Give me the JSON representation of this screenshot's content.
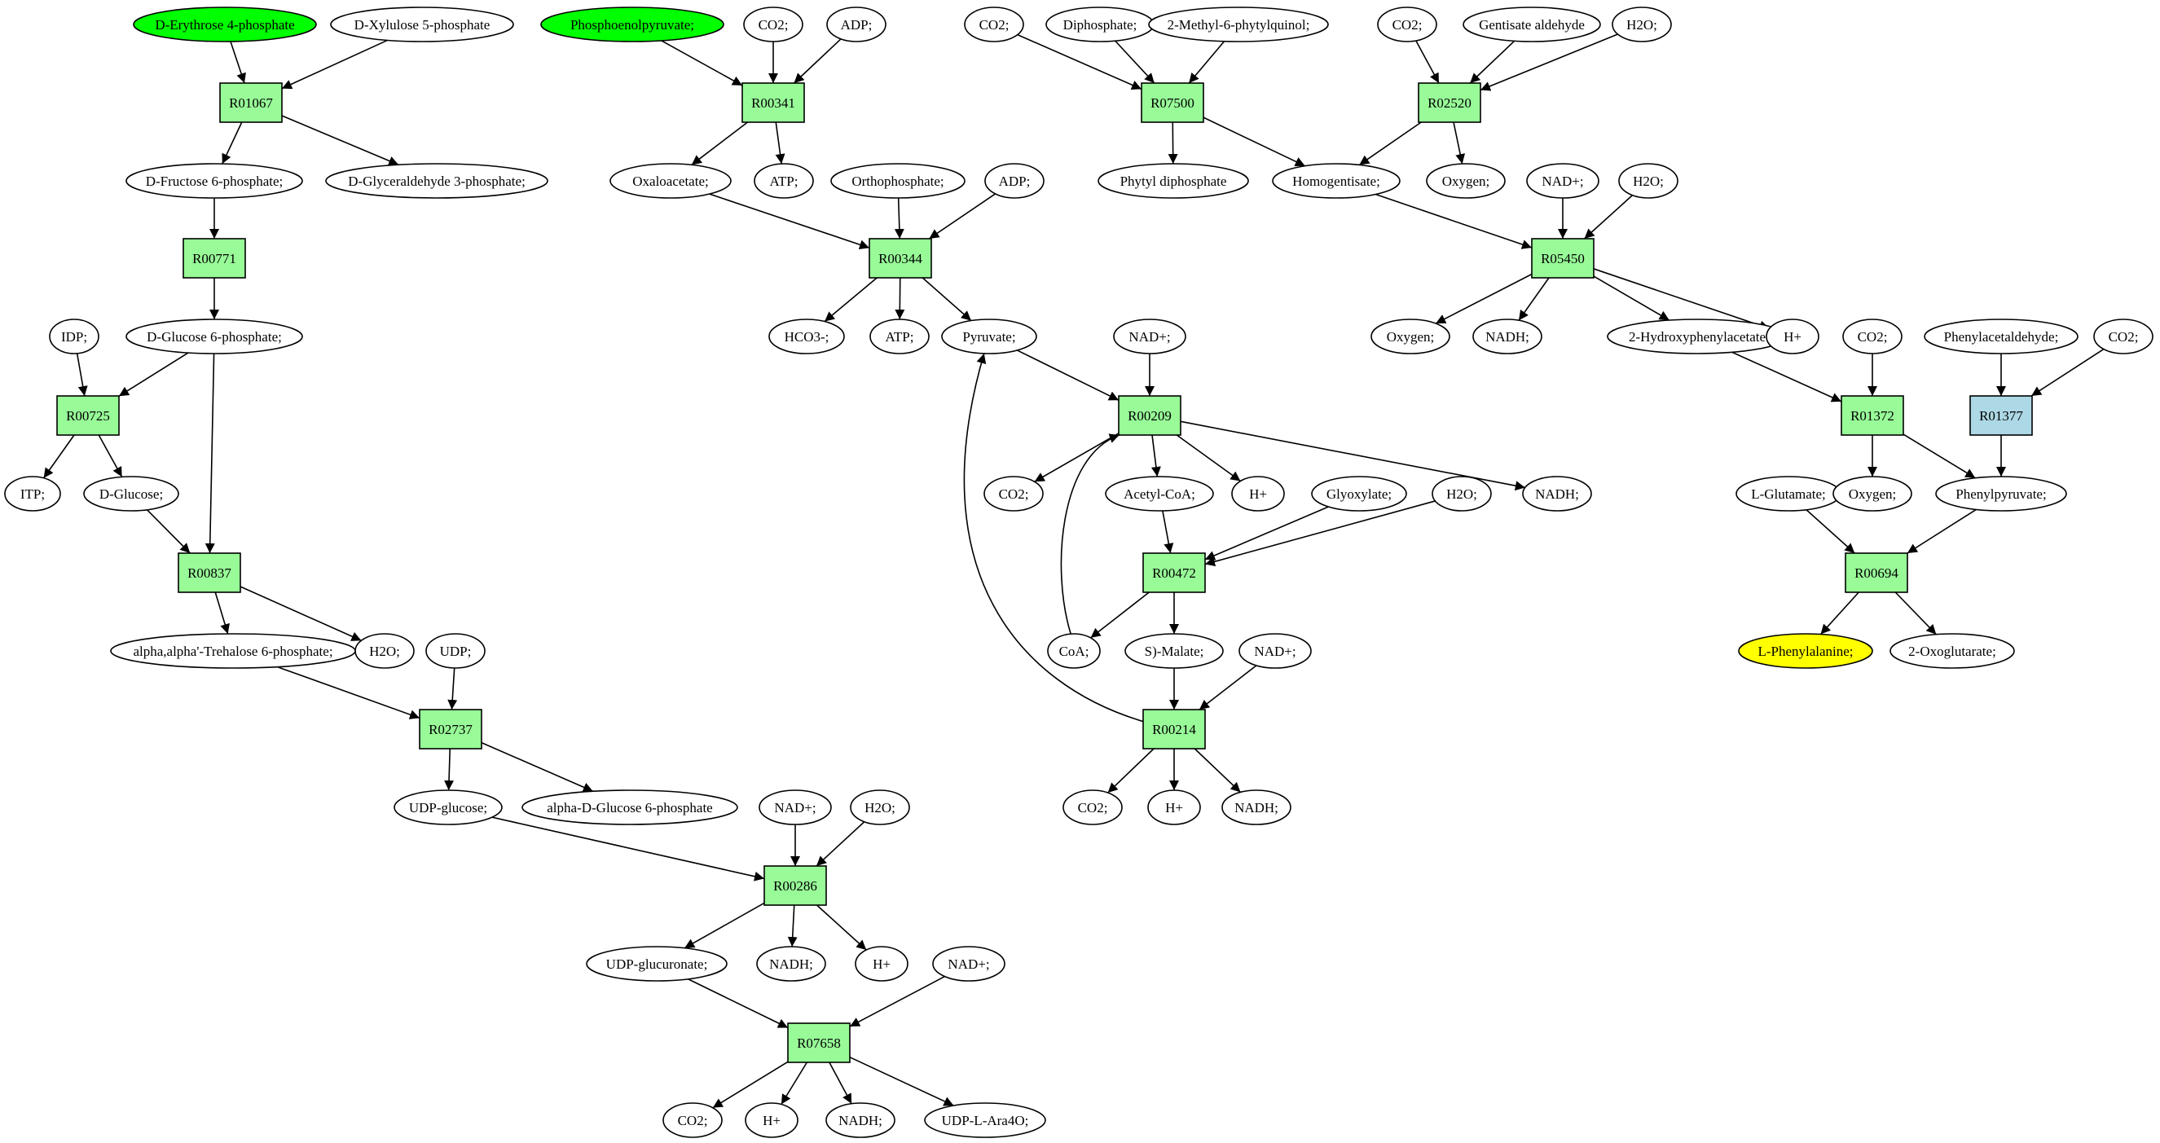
{
  "colors": {
    "reaction": "#98FB98",
    "reaction_alt": "#ADD8E6",
    "metabolite": "#FFFFFF",
    "start": "#00FF00",
    "target": "#FFFF00"
  },
  "nodes": [
    {
      "id": "e4p",
      "label": "D-Erythrose 4-phosphate",
      "kind": "metabolite",
      "fill": "start"
    },
    {
      "id": "x5p",
      "label": "D-Xylulose 5-phosphate",
      "kind": "metabolite"
    },
    {
      "id": "R01067",
      "label": "R01067",
      "kind": "reaction"
    },
    {
      "id": "f6p",
      "label": "D-Fructose 6-phosphate;",
      "kind": "metabolite"
    },
    {
      "id": "g3p",
      "label": "D-Glyceraldehyde 3-phosphate;",
      "kind": "metabolite"
    },
    {
      "id": "R00771",
      "label": "R00771",
      "kind": "reaction"
    },
    {
      "id": "idp",
      "label": "IDP;",
      "kind": "metabolite"
    },
    {
      "id": "g6p",
      "label": "D-Glucose 6-phosphate;",
      "kind": "metabolite"
    },
    {
      "id": "R00725",
      "label": "R00725",
      "kind": "reaction"
    },
    {
      "id": "itp",
      "label": "ITP;",
      "kind": "metabolite"
    },
    {
      "id": "glc",
      "label": "D-Glucose;",
      "kind": "metabolite"
    },
    {
      "id": "R00837",
      "label": "R00837",
      "kind": "reaction"
    },
    {
      "id": "t6p",
      "label": "alpha,alpha'-Trehalose 6-phosphate;",
      "kind": "metabolite"
    },
    {
      "id": "h2o_a",
      "label": "H2O;",
      "kind": "metabolite"
    },
    {
      "id": "udp",
      "label": "UDP;",
      "kind": "metabolite"
    },
    {
      "id": "R02737",
      "label": "R02737",
      "kind": "reaction"
    },
    {
      "id": "udpglc",
      "label": "UDP-glucose;",
      "kind": "metabolite"
    },
    {
      "id": "ag6p",
      "label": "alpha-D-Glucose 6-phosphate",
      "kind": "metabolite"
    },
    {
      "id": "nad_a",
      "label": "NAD+;",
      "kind": "metabolite"
    },
    {
      "id": "h2o_b",
      "label": "H2O;",
      "kind": "metabolite"
    },
    {
      "id": "R00286",
      "label": "R00286",
      "kind": "reaction"
    },
    {
      "id": "udpglcur",
      "label": "UDP-glucuronate;",
      "kind": "metabolite"
    },
    {
      "id": "nadh_a",
      "label": "NADH;",
      "kind": "metabolite"
    },
    {
      "id": "hplus_a",
      "label": "H+",
      "kind": "metabolite"
    },
    {
      "id": "nad_b",
      "label": "NAD+;",
      "kind": "metabolite"
    },
    {
      "id": "R07658",
      "label": "R07658",
      "kind": "reaction"
    },
    {
      "id": "co2_a",
      "label": "CO2;",
      "kind": "metabolite"
    },
    {
      "id": "hplus_b",
      "label": "H+",
      "kind": "metabolite"
    },
    {
      "id": "nadh_b",
      "label": "NADH;",
      "kind": "metabolite"
    },
    {
      "id": "udpara",
      "label": "UDP-L-Ara4O;",
      "kind": "metabolite"
    },
    {
      "id": "pep",
      "label": "Phosphoenolpyruvate;",
      "kind": "metabolite",
      "fill": "start"
    },
    {
      "id": "co2_b",
      "label": "CO2;",
      "kind": "metabolite"
    },
    {
      "id": "adp_a",
      "label": "ADP;",
      "kind": "metabolite"
    },
    {
      "id": "R00341",
      "label": "R00341",
      "kind": "reaction"
    },
    {
      "id": "oaa",
      "label": "Oxaloacetate;",
      "kind": "metabolite"
    },
    {
      "id": "atp_a",
      "label": "ATP;",
      "kind": "metabolite"
    },
    {
      "id": "pi",
      "label": "Orthophosphate;",
      "kind": "metabolite"
    },
    {
      "id": "adp_b",
      "label": "ADP;",
      "kind": "metabolite"
    },
    {
      "id": "R00344",
      "label": "R00344",
      "kind": "reaction"
    },
    {
      "id": "hco3",
      "label": "HCO3-;",
      "kind": "metabolite"
    },
    {
      "id": "atp_b",
      "label": "ATP;",
      "kind": "metabolite"
    },
    {
      "id": "pyr",
      "label": "Pyruvate;",
      "kind": "metabolite"
    },
    {
      "id": "nad_c",
      "label": "NAD+;",
      "kind": "metabolite"
    },
    {
      "id": "R00209",
      "label": "R00209",
      "kind": "reaction"
    },
    {
      "id": "co2_c",
      "label": "CO2;",
      "kind": "metabolite"
    },
    {
      "id": "accoa",
      "label": "Acetyl-CoA;",
      "kind": "metabolite"
    },
    {
      "id": "hplus_c",
      "label": "H+",
      "kind": "metabolite"
    },
    {
      "id": "glyox",
      "label": "Glyoxylate;",
      "kind": "metabolite"
    },
    {
      "id": "h2o_c",
      "label": "H2O;",
      "kind": "metabolite"
    },
    {
      "id": "nadh_c",
      "label": "NADH;",
      "kind": "metabolite"
    },
    {
      "id": "R00472",
      "label": "R00472",
      "kind": "reaction"
    },
    {
      "id": "coa",
      "label": "CoA;",
      "kind": "metabolite"
    },
    {
      "id": "mal",
      "label": "S)-Malate;",
      "kind": "metabolite"
    },
    {
      "id": "nad_d",
      "label": "NAD+;",
      "kind": "metabolite"
    },
    {
      "id": "R00214",
      "label": "R00214",
      "kind": "reaction"
    },
    {
      "id": "co2_d",
      "label": "CO2;",
      "kind": "metabolite"
    },
    {
      "id": "hplus_d",
      "label": "H+",
      "kind": "metabolite"
    },
    {
      "id": "nadh_d",
      "label": "NADH;",
      "kind": "metabolite"
    },
    {
      "id": "co2_e",
      "label": "CO2;",
      "kind": "metabolite"
    },
    {
      "id": "ppi",
      "label": "Diphosphate;",
      "kind": "metabolite"
    },
    {
      "id": "mpq",
      "label": "2-Methyl-6-phytylquinol;",
      "kind": "metabolite"
    },
    {
      "id": "R07500",
      "label": "R07500",
      "kind": "reaction"
    },
    {
      "id": "phytpp",
      "label": "Phytyl diphosphate",
      "kind": "metabolite"
    },
    {
      "id": "hga",
      "label": "Homogentisate;",
      "kind": "metabolite"
    },
    {
      "id": "co2_f",
      "label": "CO2;",
      "kind": "metabolite"
    },
    {
      "id": "gald",
      "label": "Gentisate aldehyde",
      "kind": "metabolite"
    },
    {
      "id": "h2o_d",
      "label": "H2O;",
      "kind": "metabolite"
    },
    {
      "id": "R02520",
      "label": "R02520",
      "kind": "reaction"
    },
    {
      "id": "o2_a",
      "label": "Oxygen;",
      "kind": "metabolite"
    },
    {
      "id": "nad_e",
      "label": "NAD+;",
      "kind": "metabolite"
    },
    {
      "id": "h2o_e",
      "label": "H2O;",
      "kind": "metabolite"
    },
    {
      "id": "R05450",
      "label": "R05450",
      "kind": "reaction"
    },
    {
      "id": "o2_b",
      "label": "Oxygen;",
      "kind": "metabolite"
    },
    {
      "id": "nadh_e",
      "label": "NADH;",
      "kind": "metabolite"
    },
    {
      "id": "hpa",
      "label": "2-Hydroxyphenylacetate",
      "kind": "metabolite"
    },
    {
      "id": "hplus_e",
      "label": "H+",
      "kind": "metabolite"
    },
    {
      "id": "co2_g",
      "label": "CO2;",
      "kind": "metabolite"
    },
    {
      "id": "phald",
      "label": "Phenylacetaldehyde;",
      "kind": "metabolite"
    },
    {
      "id": "co2_h",
      "label": "CO2;",
      "kind": "metabolite"
    },
    {
      "id": "R01372",
      "label": "R01372",
      "kind": "reaction"
    },
    {
      "id": "R01377",
      "label": "R01377",
      "kind": "reaction",
      "fill": "reaction_alt"
    },
    {
      "id": "glu",
      "label": "L-Glutamate;",
      "kind": "metabolite"
    },
    {
      "id": "o2_c",
      "label": "Oxygen;",
      "kind": "metabolite"
    },
    {
      "id": "phpyr",
      "label": "Phenylpyruvate;",
      "kind": "metabolite"
    },
    {
      "id": "R00694",
      "label": "R00694",
      "kind": "reaction"
    },
    {
      "id": "phe",
      "label": "L-Phenylalanine;",
      "kind": "metabolite",
      "fill": "target"
    },
    {
      "id": "akg",
      "label": "2-Oxoglutarate;",
      "kind": "metabolite"
    }
  ],
  "edges": [
    [
      "e4p",
      "R01067"
    ],
    [
      "x5p",
      "R01067"
    ],
    [
      "R01067",
      "f6p"
    ],
    [
      "R01067",
      "g3p"
    ],
    [
      "f6p",
      "R00771"
    ],
    [
      "R00771",
      "g6p"
    ],
    [
      "idp",
      "R00725"
    ],
    [
      "g6p",
      "R00725"
    ],
    [
      "R00725",
      "itp"
    ],
    [
      "R00725",
      "glc"
    ],
    [
      "g6p",
      "R00837"
    ],
    [
      "glc",
      "R00837"
    ],
    [
      "R00837",
      "t6p"
    ],
    [
      "R00837",
      "h2o_a"
    ],
    [
      "t6p",
      "R02737"
    ],
    [
      "udp",
      "R02737"
    ],
    [
      "R02737",
      "udpglc"
    ],
    [
      "R02737",
      "ag6p"
    ],
    [
      "udpglc",
      "R00286"
    ],
    [
      "nad_a",
      "R00286"
    ],
    [
      "h2o_b",
      "R00286"
    ],
    [
      "R00286",
      "udpglcur"
    ],
    [
      "R00286",
      "nadh_a"
    ],
    [
      "R00286",
      "hplus_a"
    ],
    [
      "udpglcur",
      "R07658"
    ],
    [
      "nad_b",
      "R07658"
    ],
    [
      "R07658",
      "co2_a"
    ],
    [
      "R07658",
      "hplus_b"
    ],
    [
      "R07658",
      "nadh_b"
    ],
    [
      "R07658",
      "udpara"
    ],
    [
      "pep",
      "R00341"
    ],
    [
      "co2_b",
      "R00341"
    ],
    [
      "adp_a",
      "R00341"
    ],
    [
      "R00341",
      "oaa"
    ],
    [
      "R00341",
      "atp_a"
    ],
    [
      "oaa",
      "R00344"
    ],
    [
      "pi",
      "R00344"
    ],
    [
      "adp_b",
      "R00344"
    ],
    [
      "R00344",
      "hco3"
    ],
    [
      "R00344",
      "atp_b"
    ],
    [
      "R00344",
      "pyr"
    ],
    [
      "pyr",
      "R00209"
    ],
    [
      "nad_c",
      "R00209"
    ],
    [
      "R00209",
      "co2_c"
    ],
    [
      "R00209",
      "accoa"
    ],
    [
      "R00209",
      "hplus_c"
    ],
    [
      "R00209",
      "nadh_c"
    ],
    [
      "accoa",
      "R00472"
    ],
    [
      "glyox",
      "R00472"
    ],
    [
      "h2o_c",
      "R00472"
    ],
    [
      "R00472",
      "coa"
    ],
    [
      "R00472",
      "mal"
    ],
    [
      "coa",
      "R00209"
    ],
    [
      "mal",
      "R00214"
    ],
    [
      "nad_d",
      "R00214"
    ],
    [
      "R00214",
      "co2_d"
    ],
    [
      "R00214",
      "hplus_d"
    ],
    [
      "R00214",
      "nadh_d"
    ],
    [
      "R00214",
      "pyr"
    ],
    [
      "co2_e",
      "R07500"
    ],
    [
      "ppi",
      "R07500"
    ],
    [
      "mpq",
      "R07500"
    ],
    [
      "R07500",
      "phytpp"
    ],
    [
      "R07500",
      "hga"
    ],
    [
      "co2_f",
      "R02520"
    ],
    [
      "gald",
      "R02520"
    ],
    [
      "h2o_d",
      "R02520"
    ],
    [
      "R02520",
      "hga"
    ],
    [
      "R02520",
      "o2_a"
    ],
    [
      "hga",
      "R05450"
    ],
    [
      "nad_e",
      "R05450"
    ],
    [
      "h2o_e",
      "R05450"
    ],
    [
      "R05450",
      "o2_b"
    ],
    [
      "R05450",
      "nadh_e"
    ],
    [
      "R05450",
      "hpa"
    ],
    [
      "R05450",
      "hplus_e"
    ],
    [
      "hpa",
      "R01372"
    ],
    [
      "co2_g",
      "R01372"
    ],
    [
      "R01372",
      "o2_c"
    ],
    [
      "R01372",
      "phpyr"
    ],
    [
      "phald",
      "R01377"
    ],
    [
      "co2_h",
      "R01377"
    ],
    [
      "R01377",
      "phpyr"
    ],
    [
      "glu",
      "R00694"
    ],
    [
      "phpyr",
      "R00694"
    ],
    [
      "R00694",
      "phe"
    ],
    [
      "R00694",
      "akg"
    ]
  ]
}
